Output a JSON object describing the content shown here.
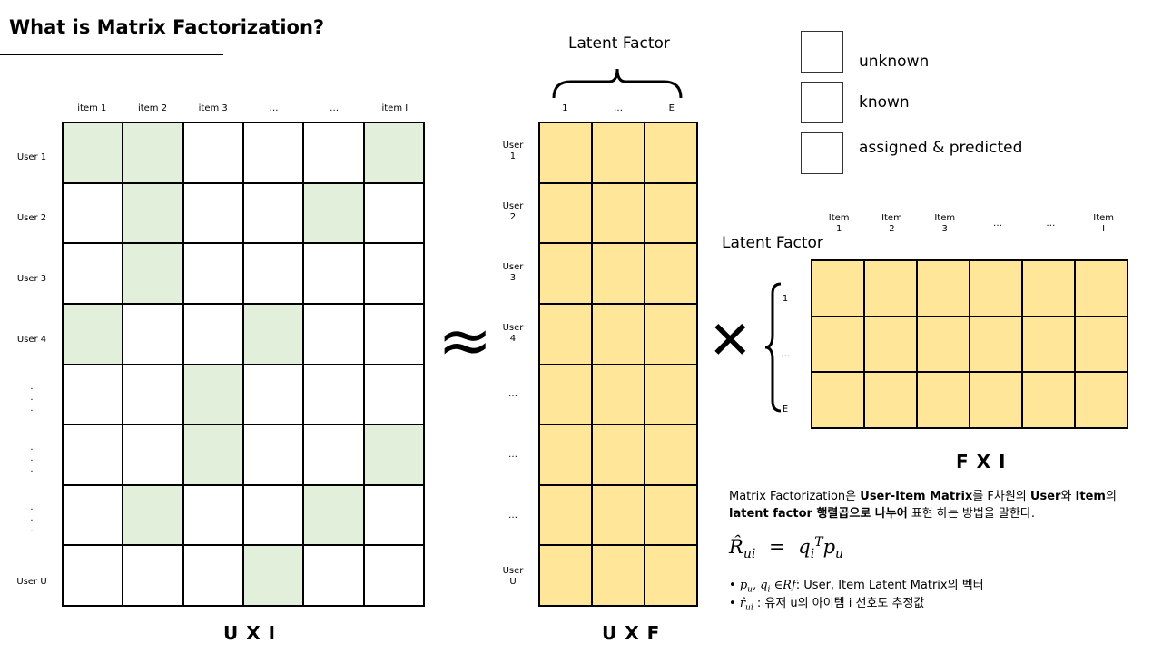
{
  "title": "What is Matrix Factorization?",
  "legend": [
    {
      "label": "unknown",
      "color": "#ffffff"
    },
    {
      "label": "known",
      "color": "#e2efda"
    },
    {
      "label": "assigned & predicted",
      "color": "#ffe699"
    }
  ],
  "ui_matrix": {
    "col_headers": [
      "item 1",
      "item 2",
      "item 3",
      "…",
      "…",
      "item I"
    ],
    "row_labels": [
      "User 1",
      "User 2",
      "User 3",
      "User 4",
      "·\n·\n·",
      "·\n·\n·",
      "·\n·\n·",
      "User U"
    ],
    "known_cells": [
      [
        1,
        1,
        0,
        0,
        0,
        1
      ],
      [
        0,
        1,
        0,
        0,
        1,
        0
      ],
      [
        0,
        1,
        0,
        0,
        0,
        0
      ],
      [
        1,
        0,
        0,
        1,
        0,
        0
      ],
      [
        0,
        0,
        1,
        0,
        0,
        0
      ],
      [
        0,
        0,
        1,
        0,
        0,
        1
      ],
      [
        0,
        1,
        0,
        0,
        1,
        0
      ],
      [
        0,
        0,
        0,
        1,
        0,
        0
      ]
    ],
    "caption": "U X I"
  },
  "uf_matrix": {
    "header_label": "Latent Factor",
    "col_headers": [
      "1",
      "…",
      "E"
    ],
    "row_labels": [
      "User\n1",
      "User\n2",
      "User\n3",
      "User\n4",
      "…",
      "…",
      "…",
      "User\nU"
    ],
    "caption": "U X F"
  },
  "fi_matrix": {
    "side_label": "Latent Factor",
    "col_headers": [
      "Item\n1",
      "Item\n2",
      "Item\n3",
      "…",
      "…",
      "Item\nI"
    ],
    "row_labels": [
      "1",
      "…",
      "E"
    ],
    "caption": "F X I"
  },
  "approx_symbol": "≈",
  "times_symbol": "✕",
  "description": {
    "p1": "Matrix Factorization은 ",
    "b1": "User-Item Matrix",
    "p2": "를 F차원의 ",
    "b2": "User",
    "p3": "와 ",
    "b3": "Item",
    "p4": "의",
    "b4": "latent factor 행렬곱으로 나누어",
    "p5": " 표현 하는 방법을 말한다."
  },
  "formula": {
    "lhs": "R̂",
    "lhs_sub": "ui",
    "eq": "=",
    "q": "q",
    "q_sub": "i",
    "q_sup": "T",
    "p": "p",
    "p_sub": "u"
  },
  "bullets": [
    {
      "math": "p",
      "math_sub": "u",
      "math2": ", q",
      "math2_sub": "i",
      "rest_math": " ∈Rf",
      "text": ": User, Item Latent Matrix의 벡터"
    },
    {
      "math": "r̂",
      "math_sub": "ui",
      "text": " : 유저 u의 아이템 i 선호도 추정값"
    }
  ]
}
